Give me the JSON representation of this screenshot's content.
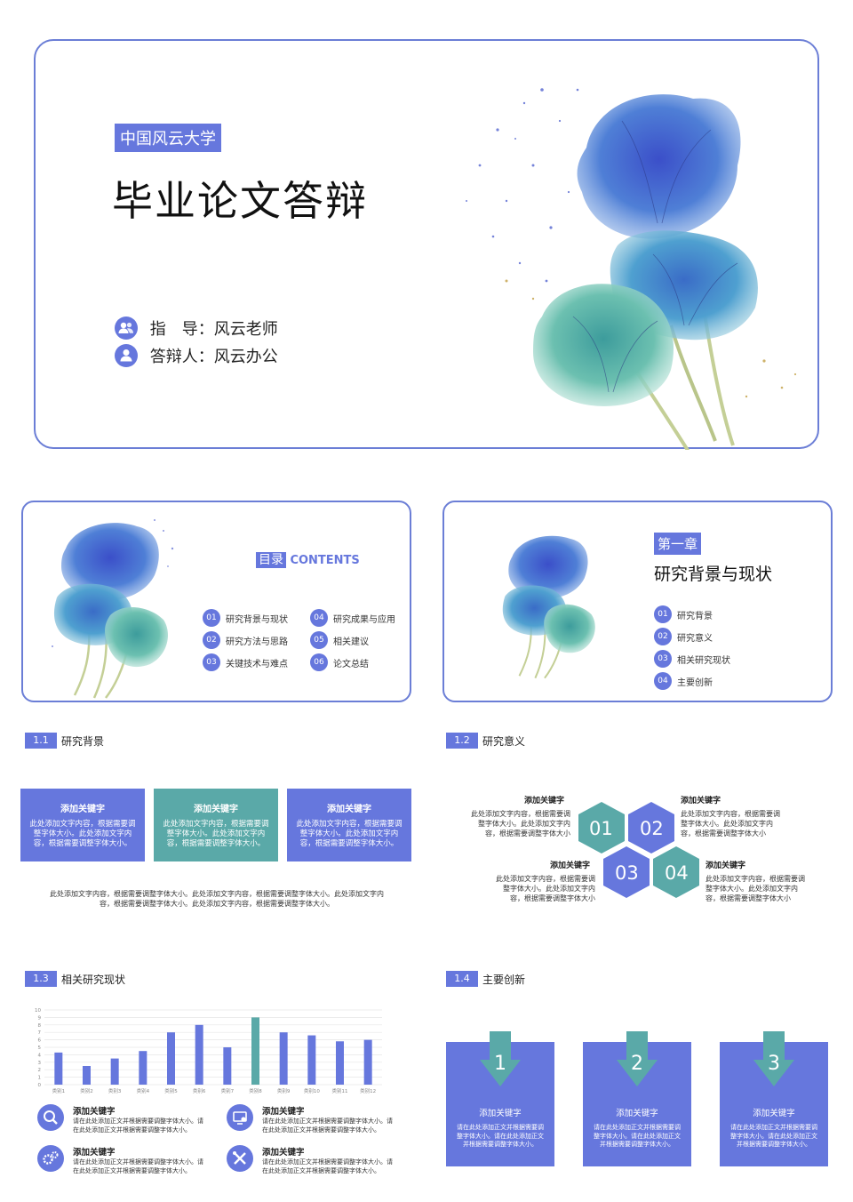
{
  "slide1": {
    "school": "中国风云大学",
    "title": "毕业论文答辩",
    "advisor_label": "指　导：",
    "advisor": "风云老师",
    "defender_label": "答辩人：",
    "defender": "风云办公"
  },
  "slide2": {
    "title_cn": "目录",
    "title_en": "CONTENTS",
    "items": [
      {
        "num": "01",
        "label": "研究背景与现状"
      },
      {
        "num": "02",
        "label": "研究方法与思路"
      },
      {
        "num": "03",
        "label": "关键技术与难点"
      },
      {
        "num": "04",
        "label": "研究成果与应用"
      },
      {
        "num": "05",
        "label": "相关建议"
      },
      {
        "num": "06",
        "label": "论文总结"
      }
    ]
  },
  "slide3": {
    "chapter": "第一章",
    "title": "研究背景与现状",
    "items": [
      {
        "num": "01",
        "label": "研究背景"
      },
      {
        "num": "02",
        "label": "研究意义"
      },
      {
        "num": "03",
        "label": "相关研究现状"
      },
      {
        "num": "04",
        "label": "主要创新"
      }
    ]
  },
  "slide4": {
    "num": "1.1",
    "title": "研究背景",
    "boxes": [
      {
        "heading": "添加关键字",
        "text": "此处添加文字内容，根据需要调整字体大小。此处添加文字内容，根据需要调整字体大小。"
      },
      {
        "heading": "添加关键字",
        "text": "此处添加文字内容，根据需要调整字体大小。此处添加文字内容，根据需要调整字体大小。"
      },
      {
        "heading": "添加关键字",
        "text": "此处添加文字内容，根据需要调整字体大小。此处添加文字内容，根据需要调整字体大小。"
      }
    ],
    "footer": "此处添加文字内容，根据需要调整字体大小。此处添加文字内容，根据需要调整字体大小。此处添加文字内容，根据需要调整字体大小。此处添加文字内容，根据需要调整字体大小。"
  },
  "slide5": {
    "num": "1.2",
    "title": "研究意义",
    "hexes": [
      "01",
      "02",
      "03",
      "04"
    ],
    "blocks": [
      {
        "heading": "添加关键字",
        "text": "此处添加文字内容，根据需要调整字体大小。此处添加文字内容，根据需要调整字体大小"
      },
      {
        "heading": "添加关键字",
        "text": "此处添加文字内容，根据需要调整字体大小。此处添加文字内容，根据需要调整字体大小"
      },
      {
        "heading": "添加关键字",
        "text": "此处添加文字内容，根据需要调整字体大小。此处添加文字内容，根据需要调整字体大小"
      },
      {
        "heading": "添加关键字",
        "text": "此处添加文字内容，根据需要调整字体大小。此处添加文字内容，根据需要调整字体大小"
      }
    ]
  },
  "slide6": {
    "num": "1.3",
    "title": "相关研究现状",
    "features": [
      {
        "heading": "添加关键字",
        "text": "请在此处添加正文并根据需要调整字体大小。请在此处添加正文并根据需要调整字体大小。",
        "icon": "search-icon"
      },
      {
        "heading": "添加关键字",
        "text": "请在此处添加正文并根据需要调整字体大小。请在此处添加正文并根据需要调整字体大小。",
        "icon": "monitor-settings-icon"
      },
      {
        "heading": "添加关键字",
        "text": "请在此处添加正文并根据需要调整字体大小。请在此处添加正文并根据需要调整字体大小。",
        "icon": "gears-icon"
      },
      {
        "heading": "添加关键字",
        "text": "请在此处添加正文并根据需要调整字体大小。请在此处添加正文并根据需要调整字体大小。",
        "icon": "tools-icon"
      }
    ]
  },
  "slide7": {
    "num": "1.4",
    "title": "主要创新",
    "cards": [
      {
        "num": "1",
        "heading": "添加关键字",
        "text": "请在此处添加正文并根据需要调整字体大小。请在此处添加正文并根据需要调整字体大小。"
      },
      {
        "num": "2",
        "heading": "添加关键字",
        "text": "请在此处添加正文并根据需要调整字体大小。请在此处添加正文并根据需要调整字体大小。"
      },
      {
        "num": "3",
        "heading": "添加关键字",
        "text": "请在此处添加正文并根据需要调整字体大小。请在此处添加正文并根据需要调整字体大小。"
      }
    ]
  },
  "chart_data": {
    "type": "bar",
    "categories": [
      "类别1",
      "类别2",
      "类别3",
      "类别4",
      "类别5",
      "类别6",
      "类别7",
      "类别8",
      "类别9",
      "类别10",
      "类别11",
      "类别12"
    ],
    "values": [
      4.3,
      2.5,
      3.5,
      4.5,
      7,
      8,
      5,
      9,
      7,
      6.6,
      5.8,
      6
    ],
    "highlight_index": 7,
    "ylim": [
      0,
      10
    ],
    "yticks": [
      0,
      1,
      2,
      3,
      4,
      5,
      6,
      7,
      8,
      9,
      10
    ],
    "grid": true,
    "colors": {
      "bar": "#6677dd",
      "highlight": "#5aa9a8"
    }
  },
  "colors": {
    "accent": "#6677dd",
    "teal": "#5aa9a8",
    "border": "#6b7ed6"
  }
}
